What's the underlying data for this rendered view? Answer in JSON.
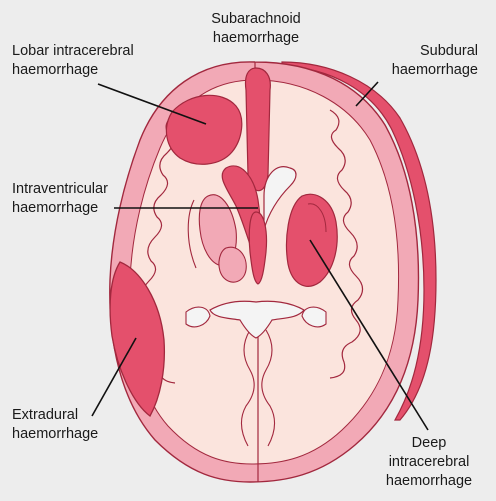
{
  "colors": {
    "background": "#ededed",
    "brain": "#fbe4dd",
    "cortex": "#f2a9b6",
    "haemorrhage": "#e4506c",
    "outline": "#a2283e",
    "ventricle": "#f4f4f4"
  },
  "labels": {
    "subarachnoid": "Subarachnoid\nhaemorrhage",
    "lobar": "Lobar intracerebral\nhaemorrhage",
    "subdural": "Subdural\nhaemorrhage",
    "intraventricular": "Intraventricular\nhaemorrhage",
    "extradural": "Extradural\nhaemorrhage",
    "deep": "Deep\nintracerebral\nhaemorrhage"
  }
}
